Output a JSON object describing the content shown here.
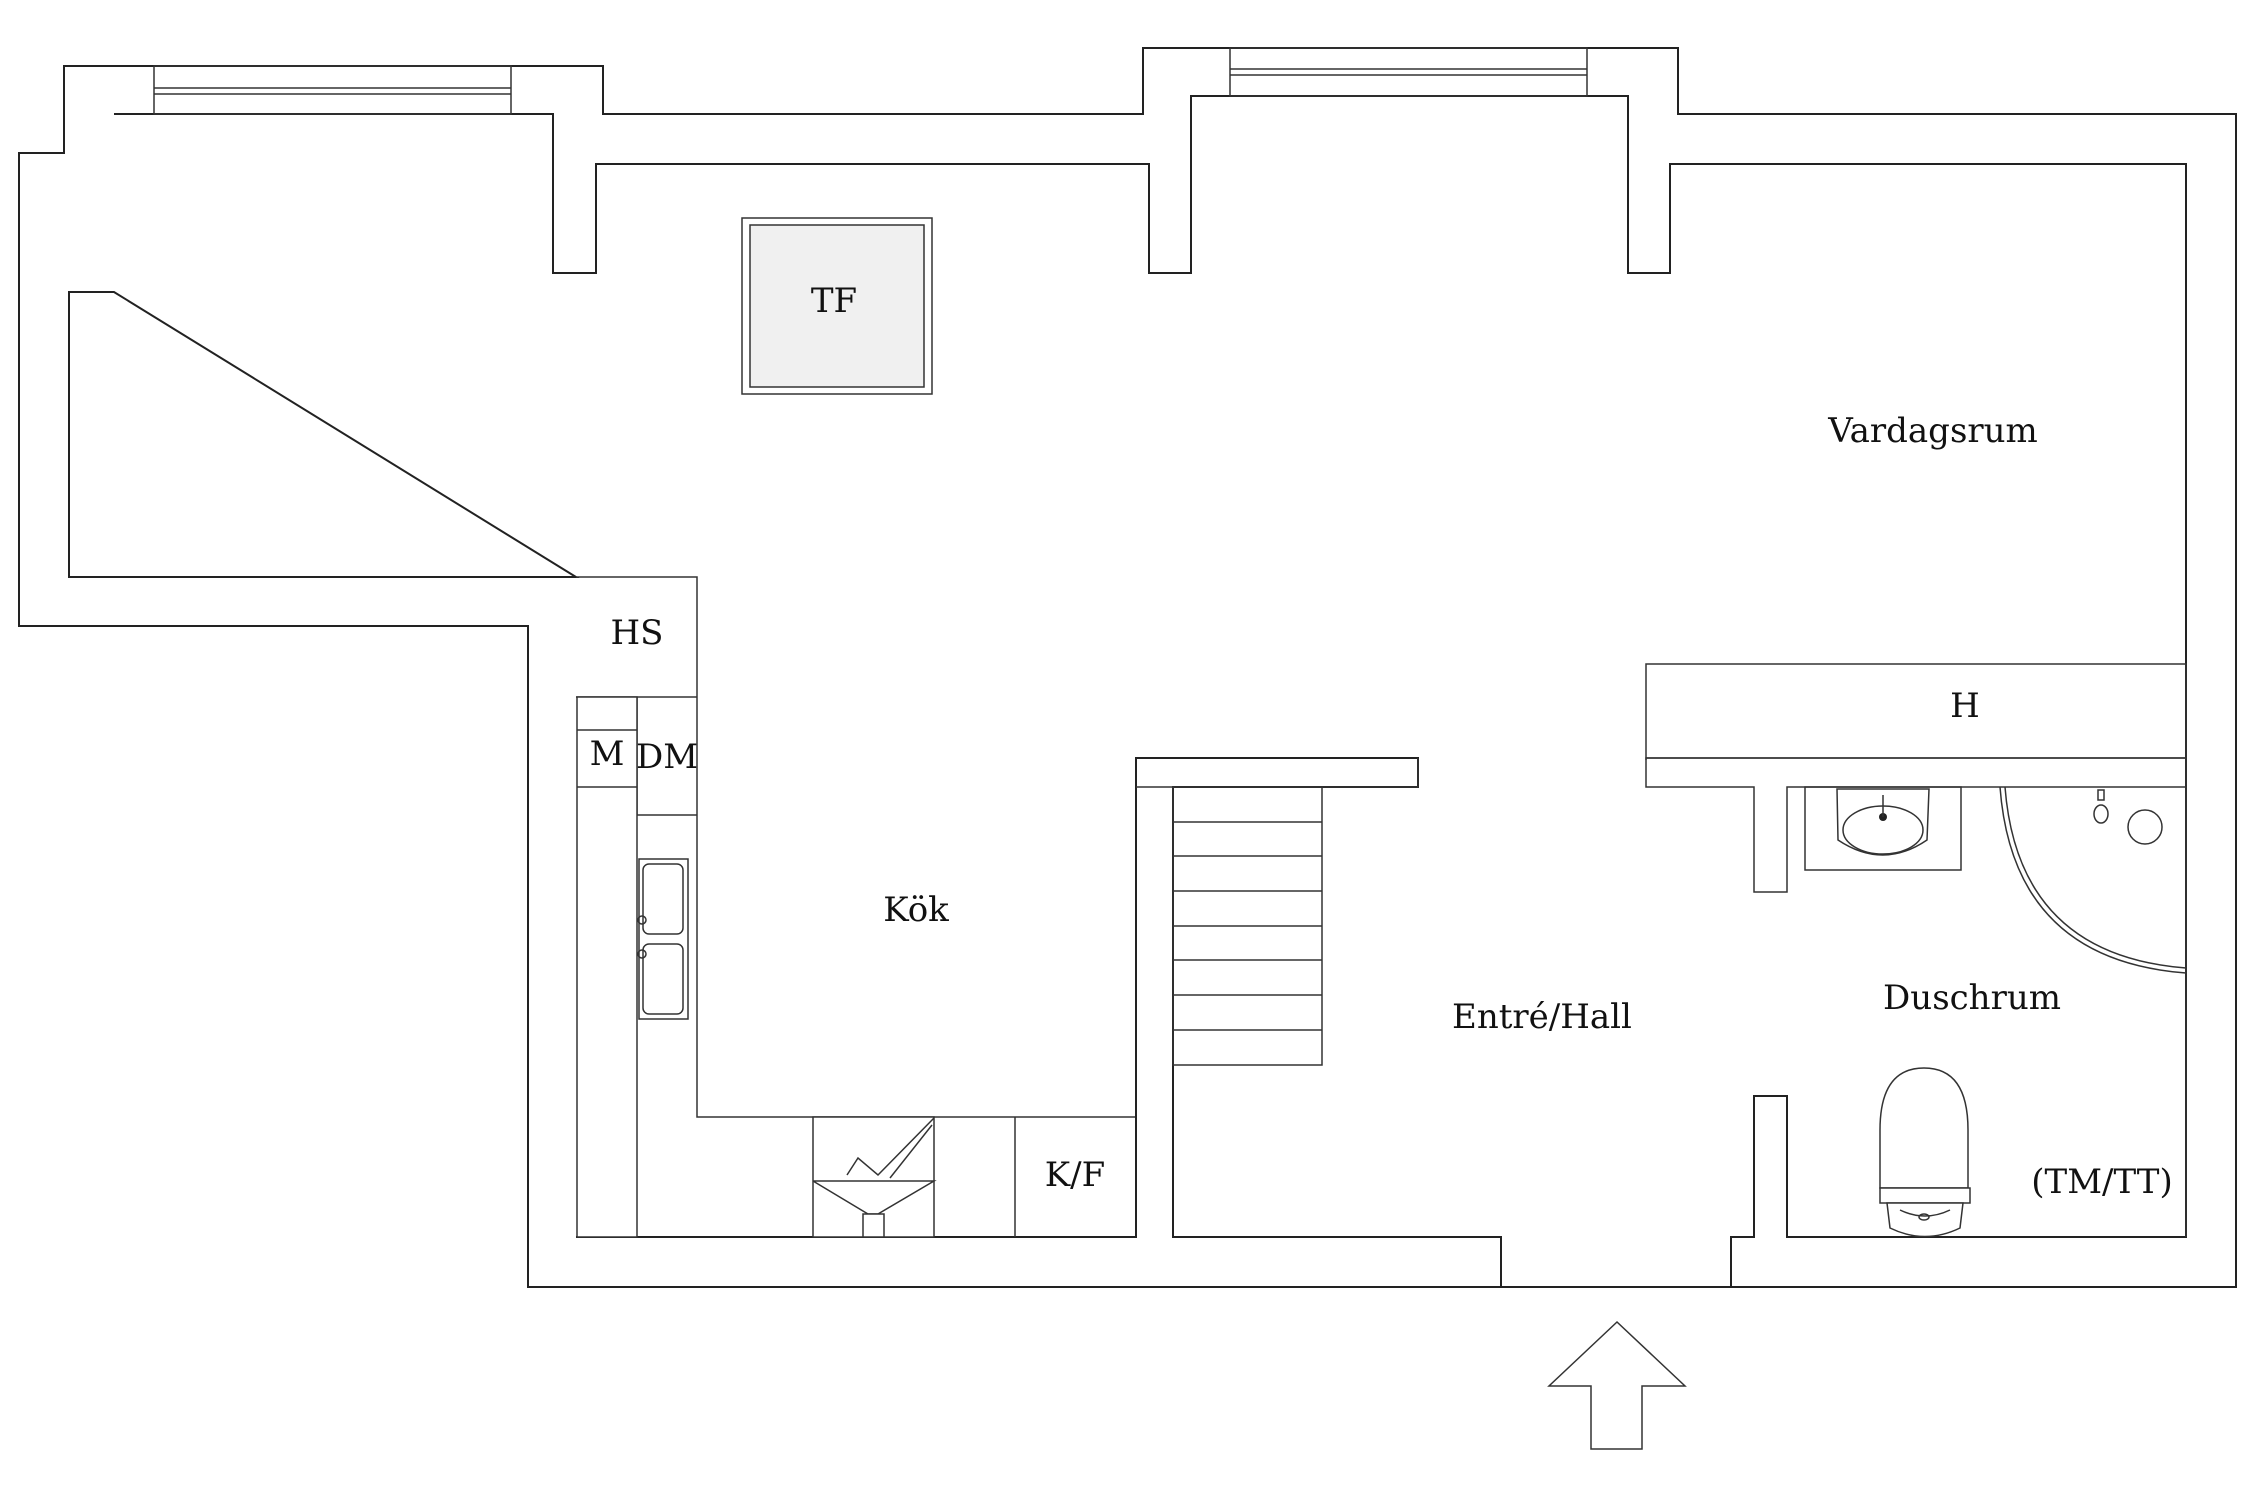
{
  "rooms": {
    "vardagsrum": "Vardagsrum",
    "kok": "Kök",
    "entre_hall": "Entré/Hall",
    "duschrum": "Duschrum"
  },
  "fixtures": {
    "tf": "TF",
    "hs": "HS",
    "m": "M",
    "dm": "DM",
    "kf": "K/F",
    "h": "H",
    "tm_tt": "(TM/TT)"
  },
  "icons": {
    "entrance": "entrance-arrow-icon"
  }
}
